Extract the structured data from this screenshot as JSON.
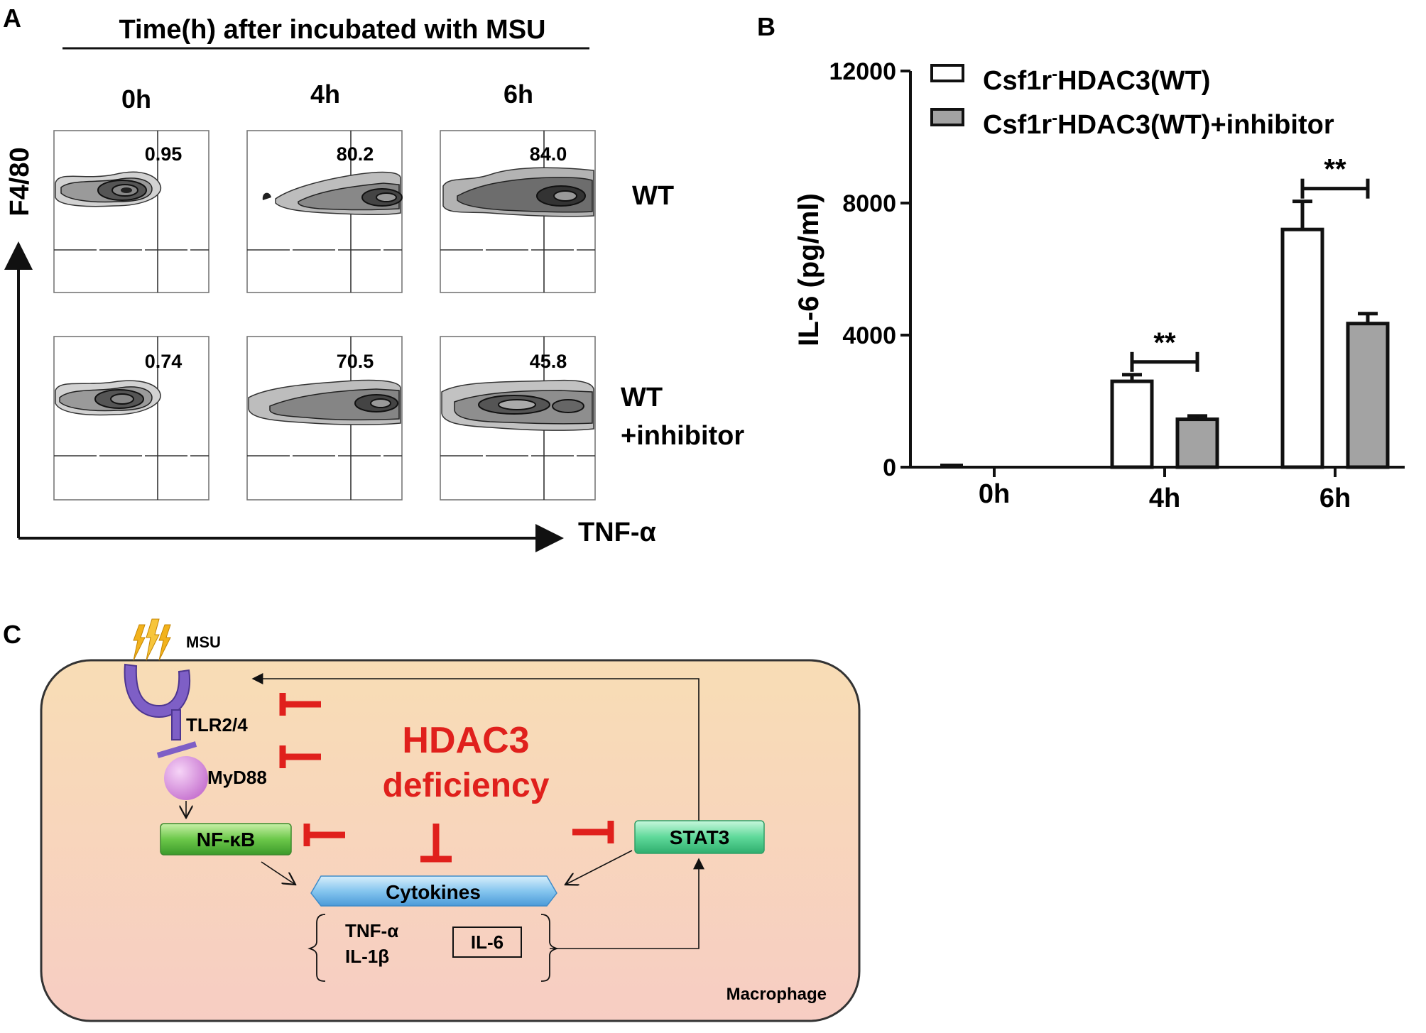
{
  "panel_a": {
    "letter": "A",
    "title": "Time(h) after incubated with MSU",
    "columns": [
      "0h",
      "4h",
      "6h"
    ],
    "rows": [
      {
        "label_lines": [
          "WT"
        ],
        "values": [
          "0.95",
          "80.2",
          "84.0"
        ]
      },
      {
        "label_lines": [
          "WT",
          "+inhibitor"
        ],
        "values": [
          "0.74",
          "70.5",
          "45.8"
        ]
      }
    ],
    "y_axis": "F4/80",
    "x_axis": "TNF-α"
  },
  "panel_b": {
    "letter": "B",
    "legend": {
      "wt": {
        "prefix": "Csf1r",
        "sup": "-",
        "suffix": "HDAC3(WT)"
      },
      "inhibitor": {
        "prefix": "Csf1r",
        "sup": "-",
        "suffix": "HDAC3(WT)+inhibitor"
      }
    },
    "significance": [
      "**",
      "**"
    ]
  },
  "chart_data": {
    "type": "bar",
    "categories": [
      "0h",
      "4h",
      "6h"
    ],
    "ylabel": "IL-6 (pg/ml)",
    "xlabel": "",
    "ylim": [
      0,
      12000
    ],
    "yticks": [
      0,
      4000,
      8000,
      12000
    ],
    "series": [
      {
        "name": "Csf1r-HDAC3(WT)",
        "values": [
          0,
          2600,
          7200
        ],
        "errors": [
          0,
          200,
          850
        ],
        "fill": "#ffffff"
      },
      {
        "name": "Csf1r-HDAC3(WT)+inhibitor",
        "values": [
          0,
          1450,
          4350
        ],
        "errors": [
          0,
          100,
          300
        ],
        "fill": "#a3a3a3"
      }
    ],
    "significance": [
      {
        "category": "4h",
        "label": "**"
      },
      {
        "category": "6h",
        "label": "**"
      }
    ]
  },
  "panel_c": {
    "letter": "C",
    "msu": "MSU",
    "tlr": "TLR2/4",
    "myd88": "MyD88",
    "nfkb": "NF-κB",
    "hdac3_line1": "HDAC3",
    "hdac3_line2": "deficiency",
    "stat3": "STAT3",
    "cytokines": "Cytokines",
    "tnf": "TNF-α",
    "il1b": "IL-1β",
    "il6": "IL-6",
    "macrophage": "Macrophage",
    "colors": {
      "inhibit": "#e0201c",
      "cell_top": "#f8ddb5",
      "cell_bottom": "#f7cfc2",
      "nfkb": "#6cc84a",
      "stat3": "#5fd99a",
      "cytokine": "#7fc0ec",
      "receptor": "#7e5fc6",
      "myd88": "#d98ee0",
      "msu": "#f2b21c"
    }
  }
}
